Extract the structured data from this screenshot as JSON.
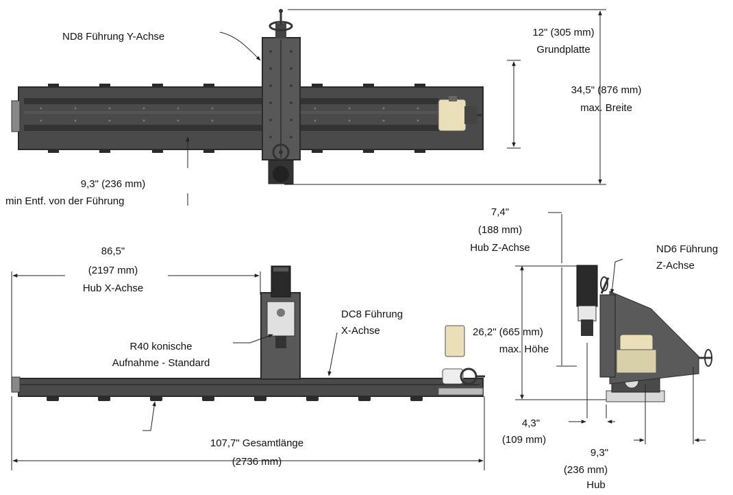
{
  "colors": {
    "frame": "#4a4a4a",
    "frame_dark": "#2b2b2b",
    "rail": "#3a3a3a",
    "column": "#5a5a5a",
    "motor": "#2a2a2a",
    "cream": "#e9dfb8",
    "dim_line": "#222222",
    "text": "#111111"
  },
  "icons": [
    "handwheel-icon",
    "motor-icon",
    "leader-arrow-icon"
  ],
  "labels": {
    "y_rail": "ND8 Führung Y-Achse",
    "base_width_l1": "12\" (305 mm)",
    "base_width_l2": "Grundplatte",
    "max_width_l1": "34,5\" (876 mm)",
    "max_width_l2": "max. Breite",
    "min_dist_l1": "9,3\" (236 mm)",
    "min_dist_l2": "min Entf. von der Führung",
    "z_travel_l1": "7,4\"",
    "z_travel_l2": "(188 mm)",
    "z_travel_l3": "Hub Z-Achse",
    "z_rail_l1": "ND6 Führung",
    "z_rail_l2": "Z-Achse",
    "x_travel_l1": "86,5\"",
    "x_travel_l2": "(2197 mm)",
    "x_travel_l3": "Hub X-Achse",
    "x_rail_l1": "DC8 Führung",
    "x_rail_l2": "X-Achse",
    "spindle_l1": "R40 konische",
    "spindle_l2": "Aufnahme - Standard",
    "max_height_l1": "26,2\" (665 mm)",
    "max_height_l2": "max. Höhe",
    "total_length_l1": "107,7\" Gesamtlänge",
    "total_length_l2": "(2736 mm)",
    "offset_l1": "4,3\"",
    "offset_l2": "(109 mm)",
    "stroke_l1": "9,3\"",
    "stroke_l2": "(236 mm)",
    "stroke_l3": "Hub"
  }
}
